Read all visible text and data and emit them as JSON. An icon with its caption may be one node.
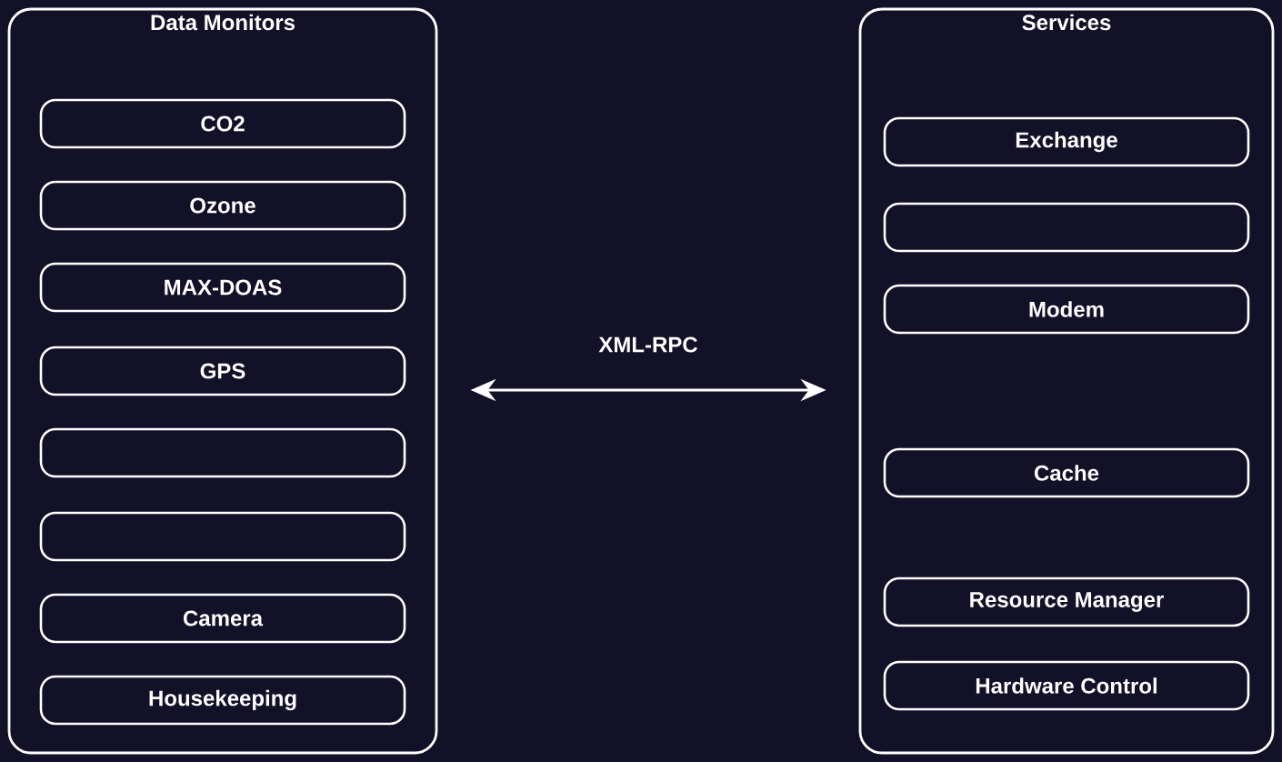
{
  "diagram": {
    "nodes": [
      {
        "text": [
          "Data Monitors"
        ]
      },
      {
        "text": [
          "CO2"
        ],
        "in": 0
      },
      {
        "text": [
          "Ozone"
        ],
        "in": 0
      },
      {
        "text": [
          "MAX-DOAS"
        ],
        "in": 0
      },
      {
        "text": [
          "GPS"
        ],
        "in": 0
      },
      {
        "text": [],
        "shape": "box",
        "in": 0
      },
      {
        "text": [],
        "shape": "box",
        "in": 0
      },
      {
        "text": [
          "Camera"
        ],
        "in": 0
      },
      {
        "text": [
          "Housekeeping"
        ],
        "in": 0
      },
      {
        "text": [
          "Services"
        ]
      },
      {
        "text": [
          "Exchange"
        ],
        "in": 9
      },
      {
        "text": [],
        "shape": "box",
        "in": 9
      },
      {
        "text": [
          "Modem"
        ],
        "in": 9
      },
      {
        "text": [
          "Cache"
        ],
        "in": 9
      },
      {
        "text": [
          "Resource Manager"
        ],
        "in": 9
      },
      {
        "text": [
          "Hardware Control"
        ],
        "in": 9
      }
    ],
    "edges": [
      {
        "from": 0,
        "to": 9,
        "arrow": "both",
        "label": "XML-RPC"
      }
    ]
  }
}
